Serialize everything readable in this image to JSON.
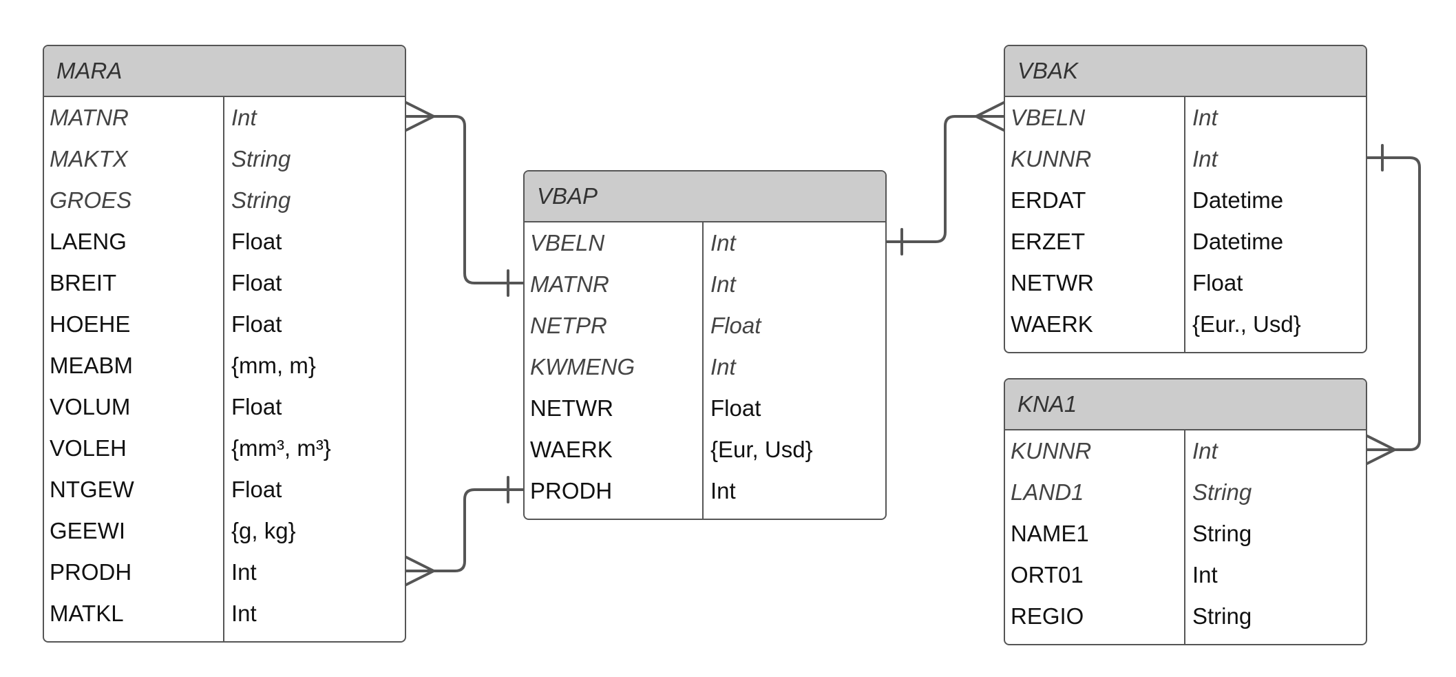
{
  "colors": {
    "header_bg": "#cccccc",
    "border": "#555555",
    "key_text": "#444444",
    "text": "#111111"
  },
  "entities": [
    {
      "id": "mara",
      "title": "MARA",
      "fields": [
        {
          "name": "MATNR",
          "type": "Int",
          "key": true
        },
        {
          "name": "MAKTX",
          "type": "String",
          "key": true
        },
        {
          "name": "GROES",
          "type": "String",
          "key": true
        },
        {
          "name": "LAENG",
          "type": "Float",
          "key": false
        },
        {
          "name": "BREIT",
          "type": "Float",
          "key": false
        },
        {
          "name": "HOEHE",
          "type": "Float",
          "key": false
        },
        {
          "name": "MEABM",
          "type": "{mm, m}",
          "key": false
        },
        {
          "name": "VOLUM",
          "type": "Float",
          "key": false
        },
        {
          "name": "VOLEH",
          "type": "{mm³, m³}",
          "key": false
        },
        {
          "name": "NTGEW",
          "type": "Float",
          "key": false
        },
        {
          "name": "GEEWI",
          "type": "{g, kg}",
          "key": false
        },
        {
          "name": "PRODH",
          "type": "Int",
          "key": false
        },
        {
          "name": "MATKL",
          "type": "Int",
          "key": false
        }
      ]
    },
    {
      "id": "vbap",
      "title": "VBAP",
      "fields": [
        {
          "name": "VBELN",
          "type": "Int",
          "key": true
        },
        {
          "name": "MATNR",
          "type": "Int",
          "key": true
        },
        {
          "name": "NETPR",
          "type": "Float",
          "key": true
        },
        {
          "name": "KWMENG",
          "type": "Int",
          "key": true
        },
        {
          "name": "NETWR",
          "type": "Float",
          "key": false
        },
        {
          "name": "WAERK",
          "type": "{Eur, Usd}",
          "key": false
        },
        {
          "name": "PRODH",
          "type": "Int",
          "key": false
        }
      ]
    },
    {
      "id": "vbak",
      "title": "VBAK",
      "fields": [
        {
          "name": "VBELN",
          "type": "Int",
          "key": true
        },
        {
          "name": "KUNNR",
          "type": "Int",
          "key": true
        },
        {
          "name": "ERDAT",
          "type": "Datetime",
          "key": false
        },
        {
          "name": "ERZET",
          "type": "Datetime",
          "key": false
        },
        {
          "name": "NETWR",
          "type": "Float",
          "key": false
        },
        {
          "name": "WAERK",
          "type": "{Eur., Usd}",
          "key": false
        }
      ]
    },
    {
      "id": "kna1",
      "title": "KNA1",
      "fields": [
        {
          "name": "KUNNR",
          "type": "Int",
          "key": true
        },
        {
          "name": "LAND1",
          "type": "String",
          "key": true
        },
        {
          "name": "NAME1",
          "type": "String",
          "key": false
        },
        {
          "name": "ORT01",
          "type": "Int",
          "key": false
        },
        {
          "name": "REGIO",
          "type": "String",
          "key": false
        }
      ]
    }
  ],
  "relationships": [
    {
      "from_entity": "mara",
      "from_field": "MATNR",
      "from_end": "many",
      "to_entity": "vbap",
      "to_field": "MATNR",
      "to_end": "one"
    },
    {
      "from_entity": "mara",
      "from_field": "PRODH",
      "from_end": "many",
      "to_entity": "vbap",
      "to_field": "PRODH",
      "to_end": "one"
    },
    {
      "from_entity": "vbap",
      "from_field": "VBELN",
      "from_end": "one",
      "to_entity": "vbak",
      "to_field": "VBELN",
      "to_end": "many"
    },
    {
      "from_entity": "vbak",
      "from_field": "KUNNR",
      "from_end": "one",
      "to_entity": "kna1",
      "to_field": "KUNNR",
      "to_end": "many"
    }
  ]
}
